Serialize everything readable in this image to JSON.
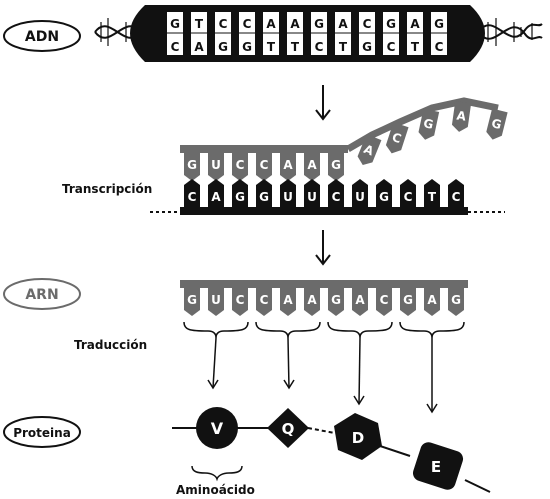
{
  "labels": {
    "adn": "ADN",
    "arn": "ARN",
    "proteina": "Proteina",
    "transcripcion": "Transcripción",
    "traduccion": "Traducción",
    "aminoacido": "Aminoácido"
  },
  "dna": {
    "top_strand": [
      "G",
      "T",
      "C",
      "C",
      "A",
      "A",
      "G",
      "A",
      "C",
      "G",
      "A",
      "G"
    ],
    "bottom_strand": [
      "C",
      "A",
      "G",
      "G",
      "T",
      "T",
      "C",
      "T",
      "G",
      "C",
      "T",
      "C"
    ]
  },
  "transcription": {
    "rna_strand": [
      "G",
      "U",
      "C",
      "C",
      "A",
      "A",
      "G",
      "A",
      "C",
      "G",
      "A",
      "G"
    ],
    "template_strand": [
      "C",
      "A",
      "G",
      "G",
      "U",
      "U",
      "C",
      "U",
      "G",
      "C",
      "T",
      "C"
    ]
  },
  "rna": {
    "strand": [
      "G",
      "U",
      "C",
      "C",
      "A",
      "A",
      "G",
      "A",
      "C",
      "G",
      "A",
      "G"
    ]
  },
  "protein": {
    "amino_acids": [
      "V",
      "Q",
      "D",
      "E"
    ]
  },
  "colors": {
    "black": "#111111",
    "rna_gray": "#6b6b6b",
    "white": "#ffffff"
  }
}
